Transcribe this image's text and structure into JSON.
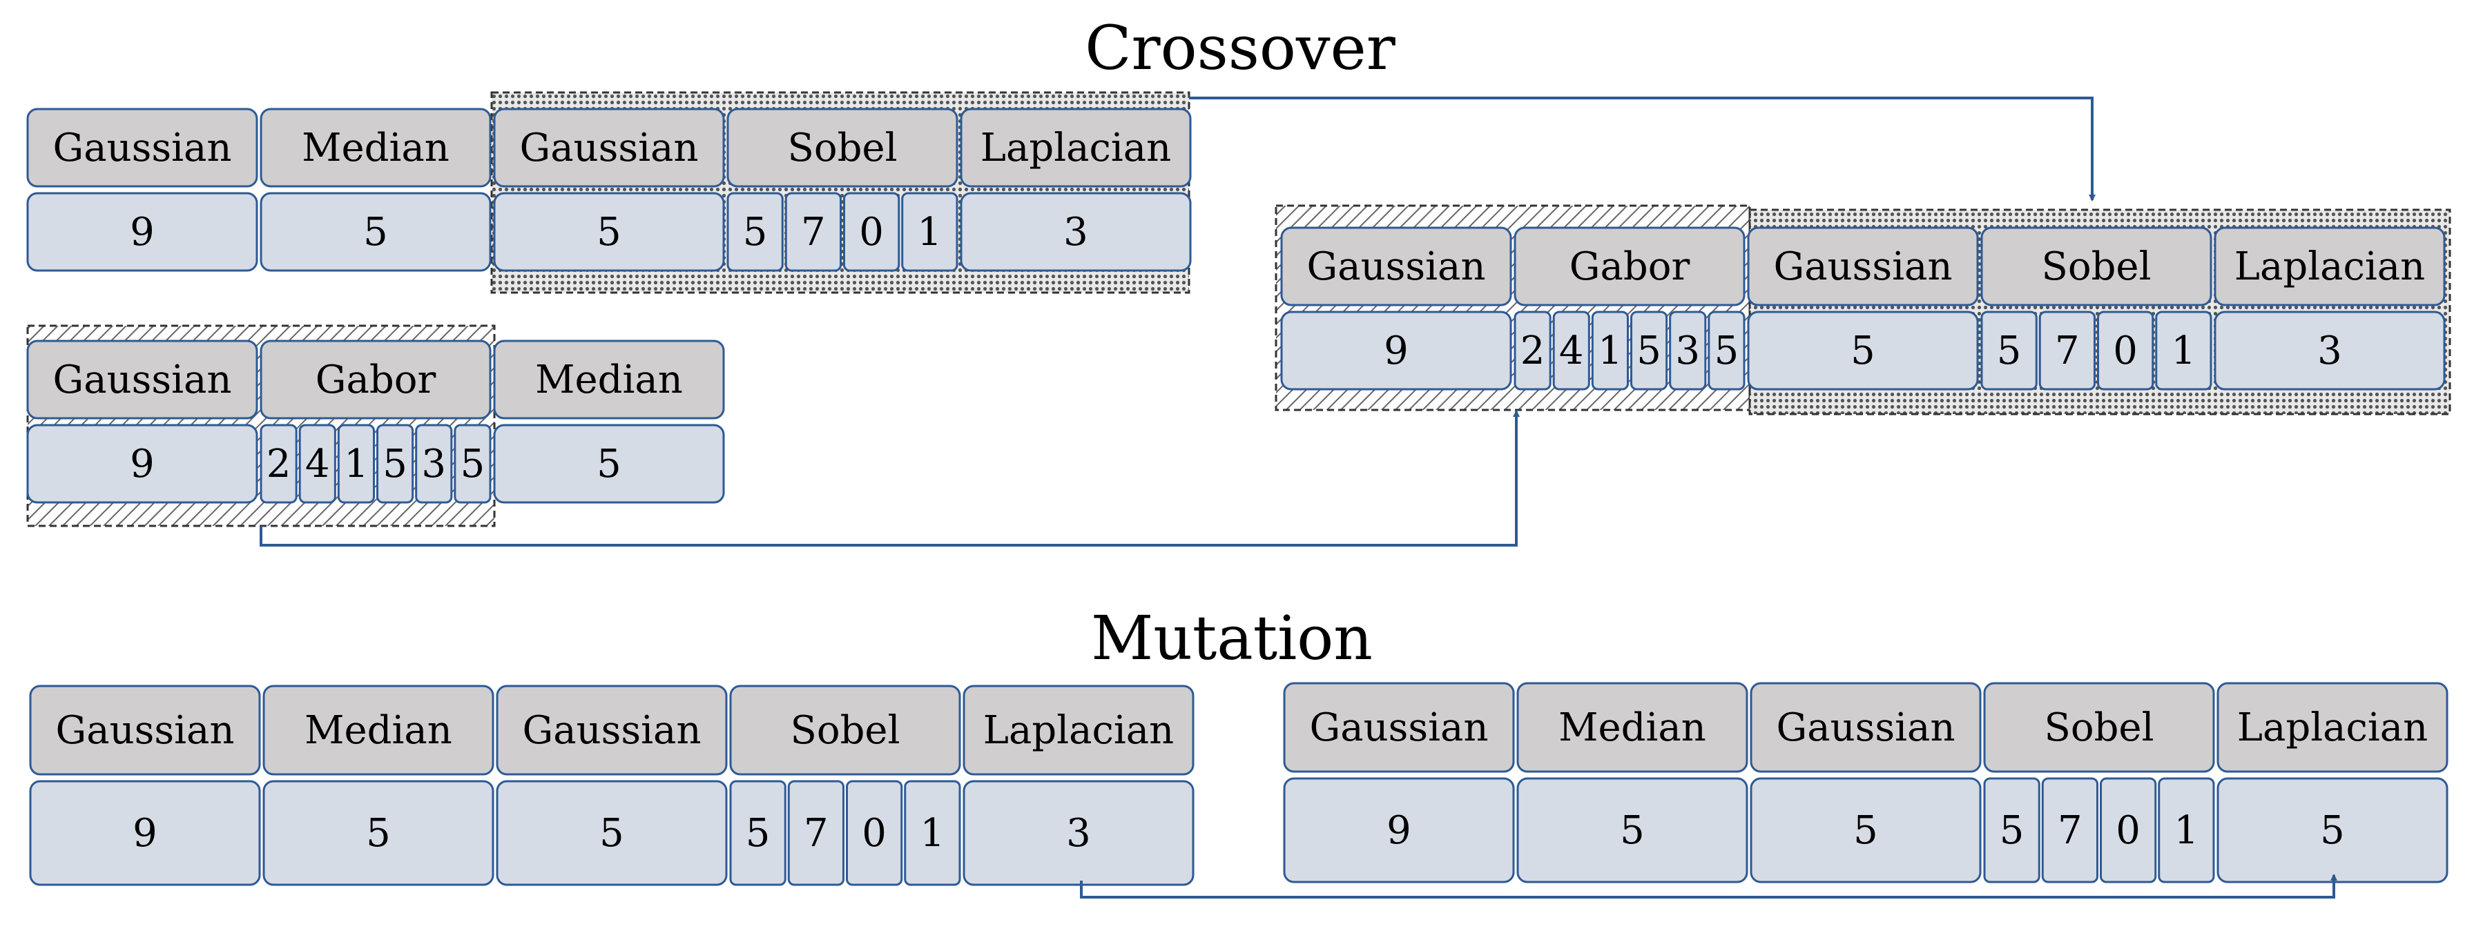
{
  "titles": {
    "crossover": "Crossover",
    "mutation": "Mutation"
  },
  "colors": {
    "header_fill": "#d0cece",
    "value_fill": "#d6dce5",
    "border": "#2e5a96",
    "arrow": "#2e5a96"
  },
  "crossover": {
    "parent1": {
      "filters": [
        "Gaussian",
        "Median",
        "Gaussian",
        "Sobel",
        "Laplacian"
      ],
      "params": [
        [
          "9"
        ],
        [
          "5"
        ],
        [
          "5"
        ],
        [
          "5",
          "7",
          "0",
          "1"
        ],
        [
          "3"
        ]
      ]
    },
    "parent2": {
      "filters": [
        "Gaussian",
        "Gabor",
        "Median"
      ],
      "params": [
        [
          "9"
        ],
        [
          "2",
          "4",
          "1",
          "5",
          "3",
          "5"
        ],
        [
          "5"
        ]
      ]
    },
    "child": {
      "filters": [
        "Gaussian",
        "Gabor",
        "Gaussian",
        "Sobel",
        "Laplacian"
      ],
      "params": [
        [
          "9"
        ],
        [
          "2",
          "4",
          "1",
          "5",
          "3",
          "5"
        ],
        [
          "5"
        ],
        [
          "5",
          "7",
          "0",
          "1"
        ],
        [
          "3"
        ]
      ]
    }
  },
  "mutation": {
    "before": {
      "filters": [
        "Gaussian",
        "Median",
        "Gaussian",
        "Sobel",
        "Laplacian"
      ],
      "params": [
        [
          "9"
        ],
        [
          "5"
        ],
        [
          "5"
        ],
        [
          "5",
          "7",
          "0",
          "1"
        ],
        [
          "3"
        ]
      ]
    },
    "after": {
      "filters": [
        "Gaussian",
        "Median",
        "Gaussian",
        "Sobel",
        "Laplacian"
      ],
      "params": [
        [
          "9"
        ],
        [
          "5"
        ],
        [
          "5"
        ],
        [
          "5",
          "7",
          "0",
          "1"
        ],
        [
          "5"
        ]
      ]
    }
  }
}
